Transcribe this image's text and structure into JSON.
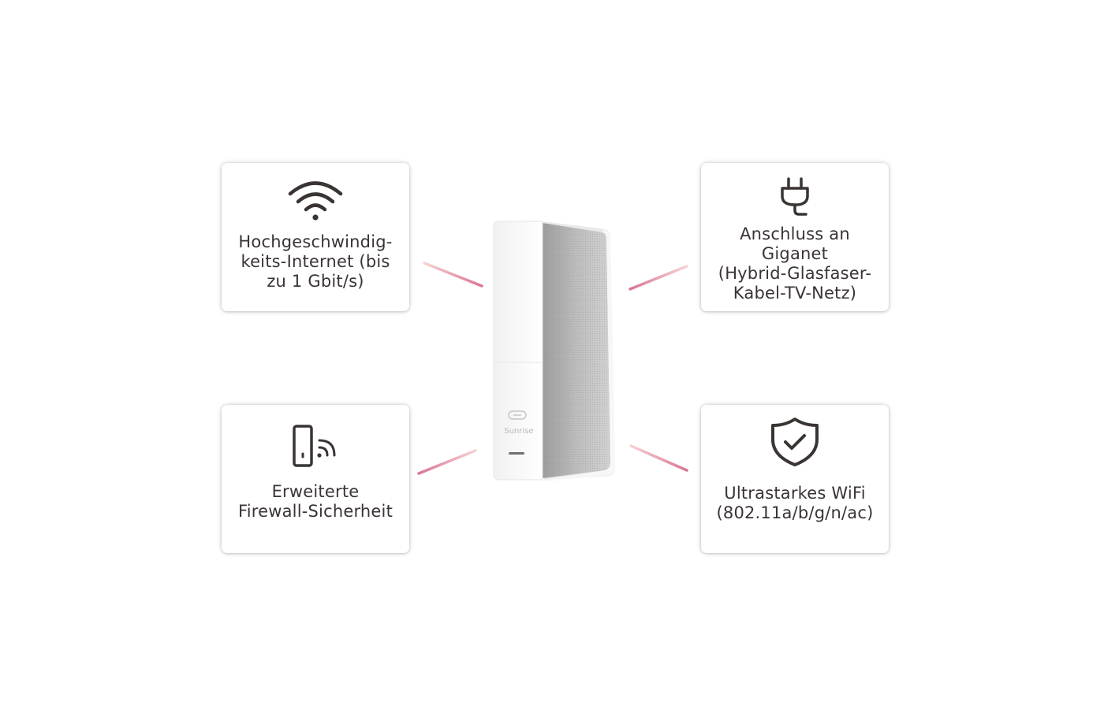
{
  "features": {
    "internet": {
      "icon": "wifi-icon",
      "label": "Hochgeschwindig-\nkeits-Internet (bis\nzu 1 Gbit/s)"
    },
    "giganet": {
      "icon": "plug-icon",
      "label": "Anschluss an\nGiganet\n(Hybrid-Glasfaser-\nKabel-TV-Netz)"
    },
    "firewall": {
      "icon": "router-signal-icon",
      "label": "Erweiterte\nFirewall-Sicherheit"
    },
    "wifi": {
      "icon": "shield-check-icon",
      "label": "Ultrastarkes WiFi\n(802.11a/b/g/n/ac)"
    }
  },
  "router": {
    "brand": "Sunrise",
    "device": "router-image"
  },
  "colors": {
    "text": "#3a3433",
    "connector_start": "#f4cccf",
    "connector_end": "#d97693"
  }
}
